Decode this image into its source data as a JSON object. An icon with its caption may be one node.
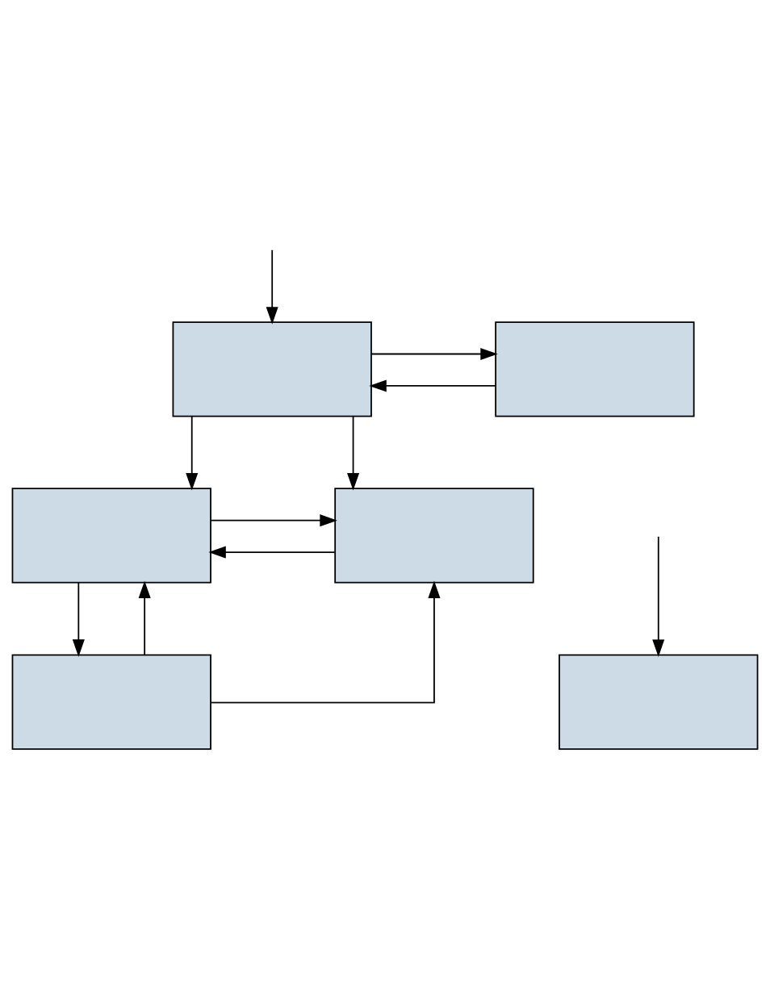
{
  "diagram": {
    "nodes": [
      {
        "text": [],
        "shape": "box"
      },
      {
        "text": [],
        "shape": "box"
      },
      {
        "text": [],
        "shape": "box"
      },
      {
        "text": [],
        "shape": "box"
      },
      {
        "text": [],
        "shape": "box"
      },
      {
        "text": [],
        "shape": "box"
      }
    ],
    "edges": [
      {
        "from": null,
        "to": 0,
        "arrow": "to"
      },
      {
        "from": 0,
        "to": 1,
        "arrow": "to"
      },
      {
        "from": 1,
        "to": 0,
        "arrow": "to"
      },
      {
        "from": 0,
        "to": 2,
        "arrow": "to"
      },
      {
        "from": 0,
        "to": 3,
        "arrow": "to"
      },
      {
        "from": 2,
        "to": 3,
        "arrow": "to"
      },
      {
        "from": 3,
        "to": 2,
        "arrow": "to"
      },
      {
        "from": 2,
        "to": 4,
        "arrow": "to"
      },
      {
        "from": 4,
        "to": 2,
        "arrow": "to"
      },
      {
        "from": 4,
        "to": 3,
        "arrow": "to"
      },
      {
        "from": null,
        "to": 5,
        "arrow": "to"
      }
    ]
  }
}
